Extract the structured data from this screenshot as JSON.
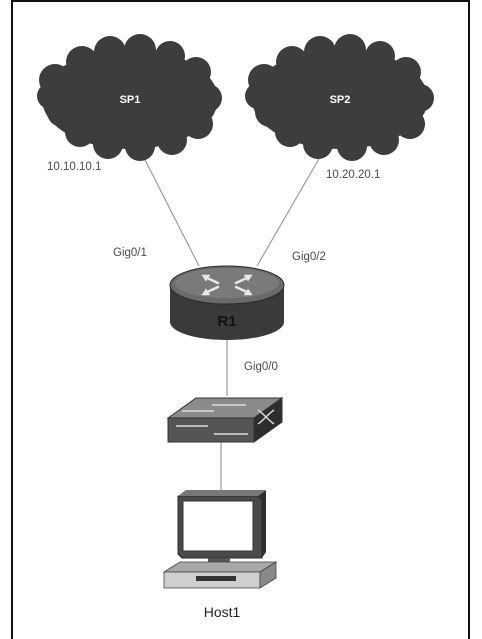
{
  "nodes": {
    "sp1": {
      "label": "SP1",
      "ip": "10.10.10.1"
    },
    "sp2": {
      "label": "SP2",
      "ip": "10.20.20.1"
    },
    "router": {
      "label": "R1"
    },
    "switch": {},
    "host": {
      "label": "Host1"
    }
  },
  "interfaces": {
    "r1_to_sp1": "Gig0/1",
    "r1_to_sp2": "Gig0/2",
    "r1_to_switch": "Gig0/0"
  },
  "colors": {
    "cloud": "#3d3d3d",
    "line": "#9a9a9a",
    "router_body": "#3a3a3a",
    "router_top": "#6a6a6a",
    "frame": "#111111"
  }
}
